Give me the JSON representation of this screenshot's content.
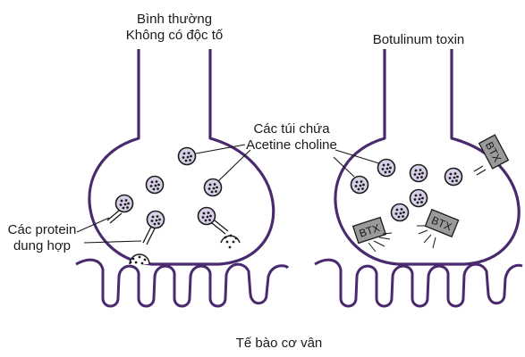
{
  "left_panel": {
    "title_line1": "Bình thường",
    "title_line2": "Không có độc tố",
    "vesicles_label_line1": "Các túi chứa",
    "vesicles_label_line2": "Acetine choline",
    "fusion_label_line1": "Các protein",
    "fusion_label_line2": "dung hợp"
  },
  "right_panel": {
    "title": "Botulinum toxin",
    "toxin_tag": "BTX"
  },
  "footer_label": "Tế bào cơ vân",
  "colors": {
    "membrane": "#4a2a6e",
    "vesicle_fill": "#d8d0e8",
    "btx_fill": "#9a9a9a",
    "line": "#1a1a1a"
  }
}
